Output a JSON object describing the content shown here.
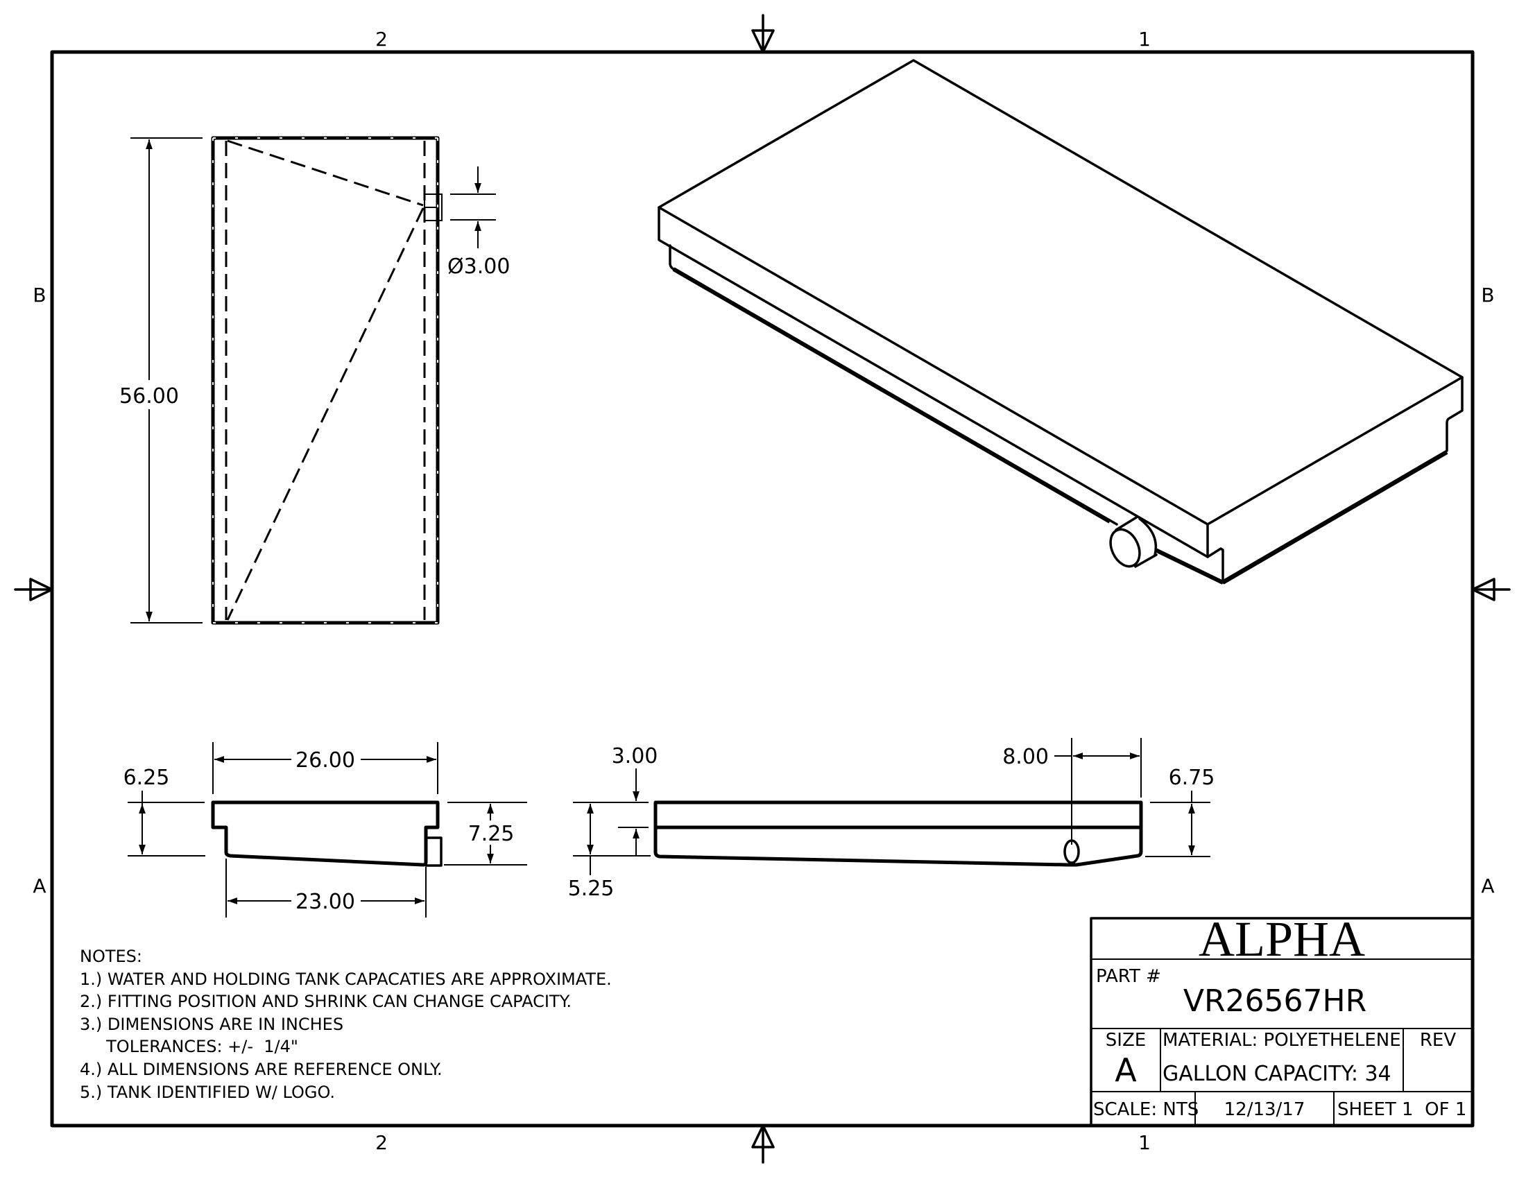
{
  "sheet": {
    "zones": {
      "top": [
        "2",
        "1"
      ],
      "bottom": [
        "2",
        "1"
      ],
      "left": [
        "B",
        "A"
      ],
      "right": [
        "B",
        "A"
      ]
    }
  },
  "views": {
    "top_view": {
      "length_dim": "56.00",
      "fitting_dim": "Ø3.00"
    },
    "end_view": {
      "top_width_dim": "26.00",
      "bottom_width_dim": "23.00",
      "left_height_dim": "6.25",
      "right_height_dim": "7.25"
    },
    "side_view": {
      "fitting_offset_dim": "3.00",
      "left_height_dim": "5.25",
      "fitting_position_dim": "8.00",
      "right_height_dim": "6.75"
    },
    "isometric_view": {
      "label": ""
    }
  },
  "notes": {
    "title": "NOTES:",
    "items": [
      "1.) WATER AND HOLDING TANK CAPACATIES ARE APPROXIMATE.",
      "2.) FITTING POSITION AND SHRINK CAN CHANGE CAPACITY.",
      "3.) DIMENSIONS ARE IN INCHES",
      "     TOLERANCES: +/-  1/4\"",
      "4.) ALL DIMENSIONS ARE REFERENCE ONLY.",
      "5.) TANK IDENTIFIED W/ LOGO."
    ]
  },
  "title_block": {
    "company": "ALPHA",
    "part_label": "PART #",
    "part_number": "VR26567HR",
    "size_label": "SIZE",
    "size_value": "A",
    "material": "MATERIAL: POLYETHELENE",
    "capacity": "GALLON CAPACITY: 34",
    "rev_label": "REV",
    "rev_value": "",
    "scale": "SCALE: NTS",
    "date": "12/13/17",
    "sheet": "SHEET 1  OF 1"
  }
}
